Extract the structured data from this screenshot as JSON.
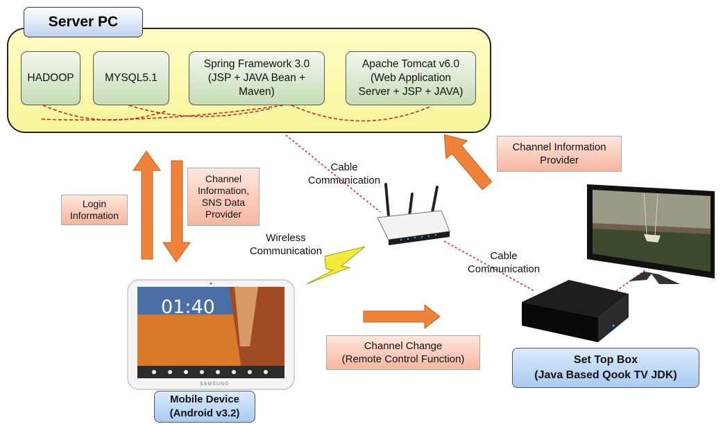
{
  "server": {
    "title": "Server PC",
    "components": [
      {
        "label": "HADOOP"
      },
      {
        "label": "MYSQL5.1"
      },
      {
        "label": "Spring Framework 3.0\n(JSP + JAVA Bean +\nMaven)"
      },
      {
        "label": "Apache Tomcat v6.0\n(Web Application\nServer + JSP + JAVA)"
      }
    ]
  },
  "labels": {
    "login": "Login\nInformation",
    "channel_sns": "Channel\nInformation,\nSNS Data\nProvider",
    "channel_info_provider": "Channel Information\nProvider",
    "channel_change": "Channel Change\n(Remote Control Function)",
    "cable_top": "Cable\nCommunication",
    "cable_right": "Cable\nCommunication",
    "wireless": "Wireless\nCommunication"
  },
  "devices": {
    "mobile": "Mobile Device\n(Android v3.2)",
    "settop": "Set Top Box\n(Java Based Qook TV JDK)",
    "tablet_clock": "01:40",
    "tablet_brand": "SAMSUNG"
  },
  "colors": {
    "arrow": "#f0833a",
    "dashed": "#e02020",
    "server_bg": "#fdfcb6"
  },
  "icons": [
    "wifi-router-icon",
    "lightning-icon",
    "tablet-icon",
    "tv-icon",
    "set-top-box-icon"
  ]
}
